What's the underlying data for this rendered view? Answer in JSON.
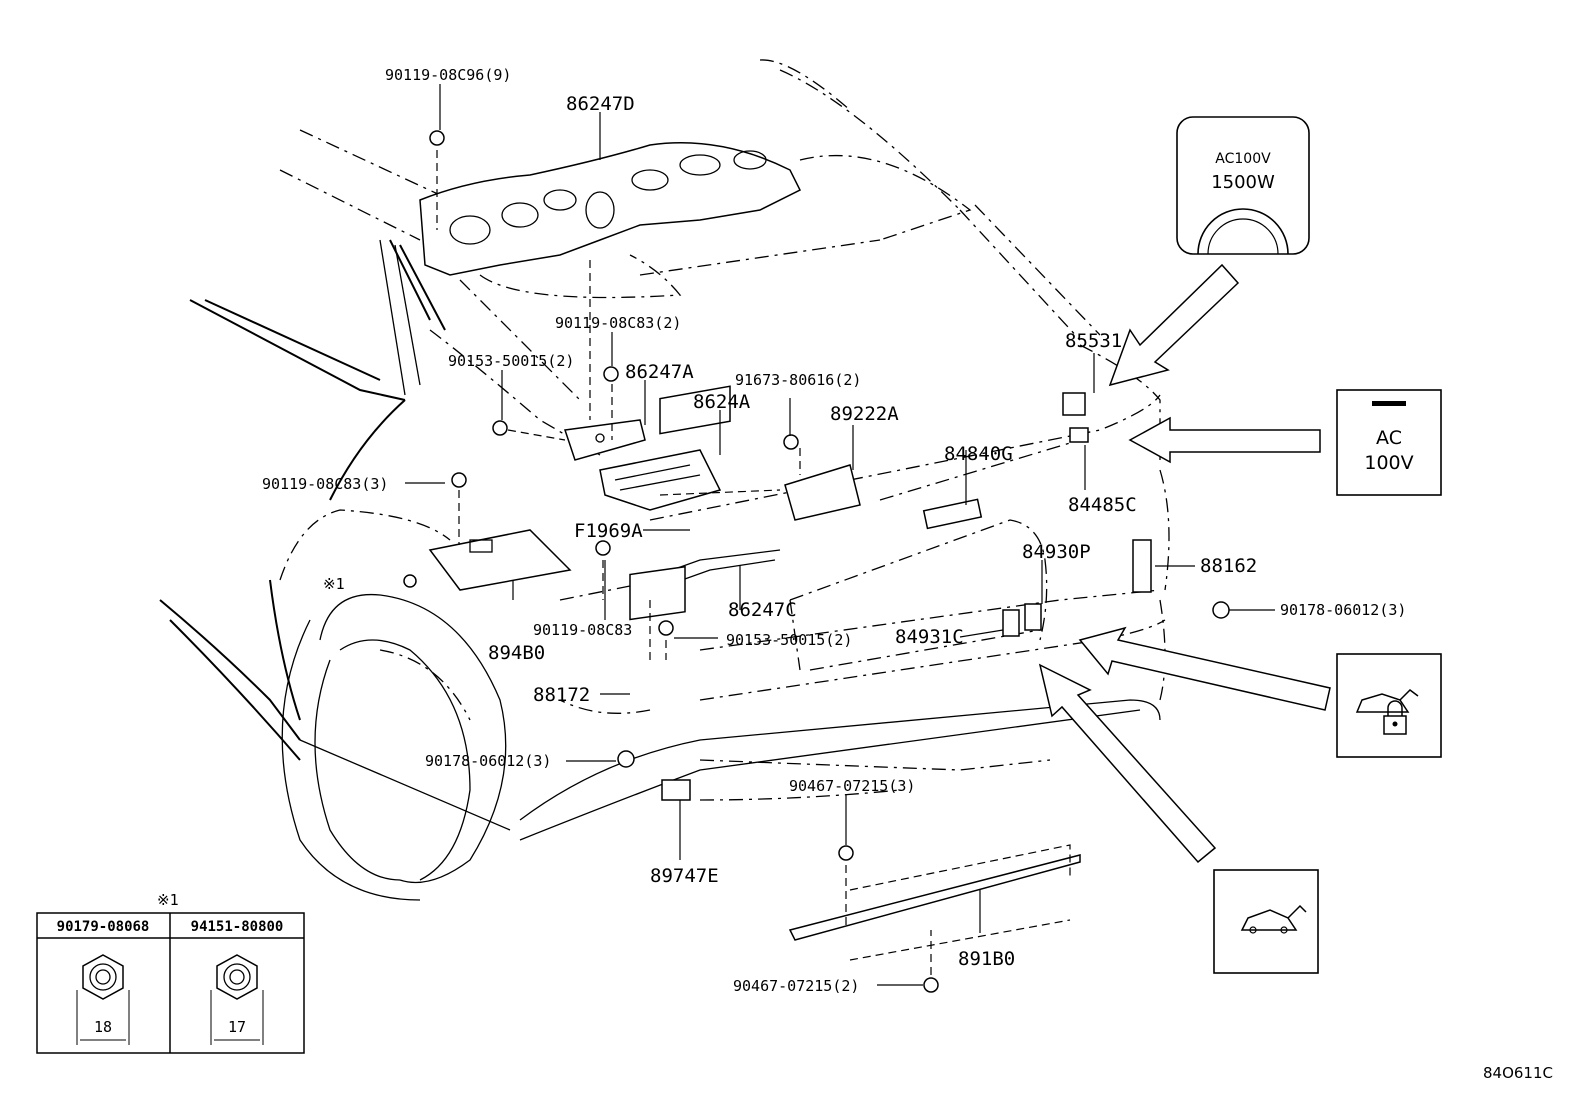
{
  "diagram_code": "84O611C",
  "labels": {
    "p_90119_08C96": "90119-08C96(9)",
    "p_86247D": "86247D",
    "p_90119_08C83_2": "90119-08C83(2)",
    "p_90153_50015_2a": "90153-50015(2)",
    "p_86247A": "86247A",
    "p_91673_80616": "91673-80616(2)",
    "p_8624A": "8624A",
    "p_89222A": "89222A",
    "p_90119_08C83_3": "90119-08C83(3)",
    "p_F1969A": "F1969A",
    "p_84840G": "84840G",
    "p_85531": "85531",
    "p_84485C": "84485C",
    "p_84930P": "84930P",
    "p_88162": "88162",
    "p_90178_06012_3a": "90178-06012(3)",
    "p_ref1": "※1",
    "p_86247C": "86247C",
    "p_90119_08C83": "90119-08C83",
    "p_894B0": "894B0",
    "p_90153_50015_2b": "90153-50015(2)",
    "p_84931C": "84931C",
    "p_88172": "88172",
    "p_90178_06012_3b": "90178-06012(3)",
    "p_90467_07215_3": "90467-07215(3)",
    "p_89747E": "89747E",
    "p_891B0": "891B0",
    "p_90467_07215_2": "90467-07215(2)"
  },
  "outlet_box": {
    "line1": "AC100V",
    "line2": "1500W"
  },
  "ac_switch_box": {
    "line1": "AC",
    "line2": "100V"
  },
  "ref_table": {
    "mark": "※1",
    "columns": [
      {
        "part": "90179-08068",
        "size": "18"
      },
      {
        "part": "94151-80800",
        "size": "17"
      }
    ]
  }
}
